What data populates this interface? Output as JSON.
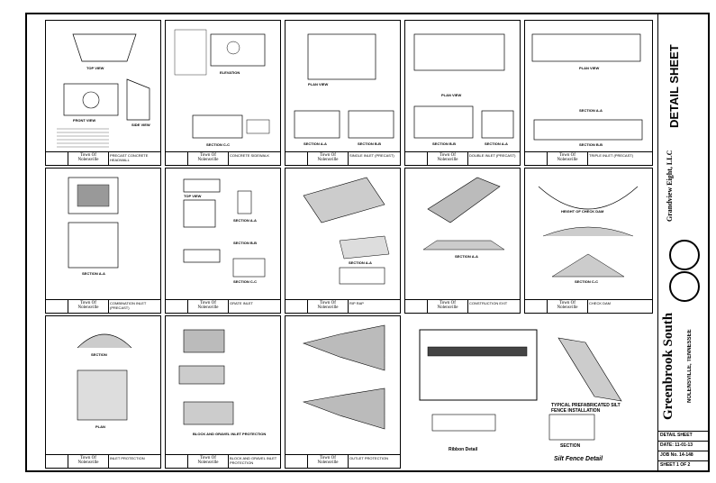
{
  "sheet": {
    "project": "Greenbrook South",
    "location": "NOLENSVILLE, TENNESSEE",
    "sheet_title": "DETAIL SHEET",
    "firm": "Grandview Eight, LLC",
    "detail_label": "DETAIL SHEET",
    "date_label": "DATE: 11-01-13",
    "job_label": "JOB No. 14-148",
    "sheet_label": "SHEET 1 OF 2"
  },
  "town": "Town Of Nolensville",
  "panels": [
    {
      "title": "PRECAST CONCRETE HEADWALL",
      "labels": [
        "TOP VIEW",
        "FRONT VIEW",
        "SIDE VIEW"
      ]
    },
    {
      "title": "CONCRETE SIDEWALK",
      "labels": [
        "ELEVATION",
        "SECTION C-C"
      ]
    },
    {
      "title": "SINGLE INLET (PRECAST)",
      "labels": [
        "PLAN VIEW",
        "SECTION A-A",
        "SECTION B-B"
      ]
    },
    {
      "title": "DOUBLE INLET (PRECAST)",
      "labels": [
        "PLAN VIEW",
        "SECTION B-B",
        "SECTION A-A"
      ]
    },
    {
      "title": "TRIPLE INLET (PRECAST)",
      "labels": [
        "PLAN VIEW",
        "SECTION A-A",
        "SECTION B-B"
      ]
    },
    {
      "title": "COMBINATION INLET (PRECAST)",
      "labels": [
        "SECTION A-A"
      ]
    },
    {
      "title": "GRATE INLET",
      "labels": [
        "TOP VIEW",
        "SECTION A-A",
        "SECTION B-B",
        "SECTION C-C"
      ]
    },
    {
      "title": "RIP RAP",
      "labels": [
        "SECTION A-A"
      ]
    },
    {
      "title": "CONSTRUCTION EXIT",
      "labels": [
        "SECTION A-A"
      ]
    },
    {
      "title": "CHECK DAM",
      "labels": [
        "HEIGHT OF CHECK DAM",
        "SECTION C-C"
      ]
    },
    {
      "title": "INLET PROTECTION",
      "labels": [
        "SECTION",
        "PLAN"
      ]
    },
    {
      "title": "BLOCK AND GRAVEL INLET PROTECTION",
      "labels": [
        "BLOCK AND GRAVEL INLET PROTECTION"
      ]
    },
    {
      "title": "OUTLET PROTECTION",
      "labels": []
    }
  ],
  "free_details": {
    "silt_title": "TYPICAL PREFABRICATED SILT FENCE INSTALLATION",
    "section_label": "SECTION",
    "silt_detail": "Silt Fence Detail",
    "ribbon_detail": "Ribbon Detail"
  }
}
